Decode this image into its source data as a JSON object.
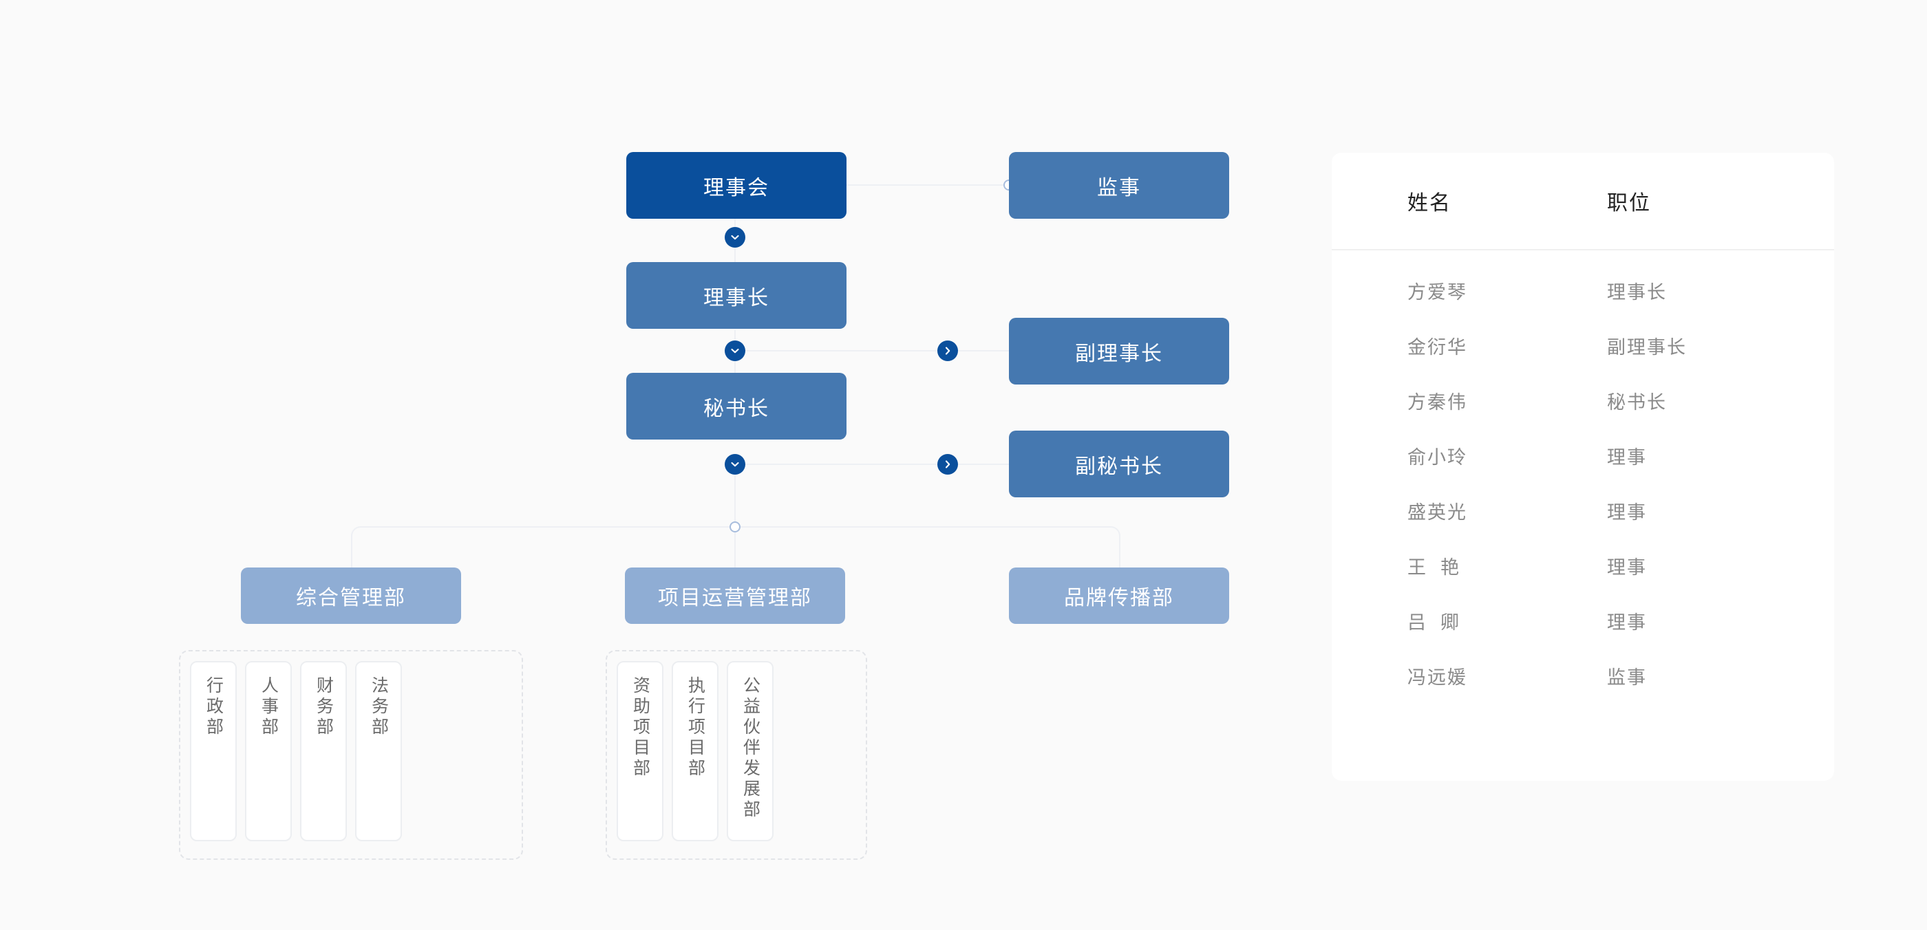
{
  "canvas": {
    "background": "#fafafa",
    "colors": {
      "root_blue": "#0a4f9c",
      "mid_blue": "#4578b0",
      "dept_blue": "#8fadd4",
      "line": "#eef0f4",
      "dot_blue": "#0a4f9c",
      "card_white": "#ffffff",
      "sub_text": "#6b6b6b",
      "table_header_text": "#222222",
      "table_body_text": "#8a8a8a"
    }
  },
  "org_chart": {
    "nodes": {
      "board": "理事会",
      "supervisor": "监事",
      "chairman": "理事长",
      "vice_chairman": "副理事长",
      "secretary_general": "秘书长",
      "deputy_secretary_general": "副秘书长"
    },
    "departments": [
      {
        "label": "综合管理部"
      },
      {
        "label": "项目运营管理部"
      },
      {
        "label": "品牌传播部"
      }
    ],
    "sub_groups": [
      {
        "parent": "综合管理部",
        "items": [
          "行政部",
          "人事部",
          "财务部",
          "法务部"
        ]
      },
      {
        "parent": "项目运营管理部",
        "items": [
          "资助项目部",
          "执行项目部",
          "公益伙伴发展部"
        ]
      }
    ],
    "icons": {
      "chevron_down": "chevron-down-icon",
      "chevron_right": "chevron-right-icon",
      "node_dot": "hollow-circle-icon"
    }
  },
  "table": {
    "columns": [
      "姓名",
      "职位"
    ],
    "rows": [
      {
        "name": "方爱琴",
        "role": "理事长"
      },
      {
        "name": "金衍华",
        "role": "副理事长"
      },
      {
        "name": "方秦伟",
        "role": "秘书长"
      },
      {
        "name": "俞小玲",
        "role": "理事"
      },
      {
        "name": "盛英光",
        "role": "理事"
      },
      {
        "name": "王  艳",
        "role": "理事"
      },
      {
        "name": "吕  卿",
        "role": "理事"
      },
      {
        "name": "冯远媛",
        "role": "监事"
      }
    ]
  }
}
